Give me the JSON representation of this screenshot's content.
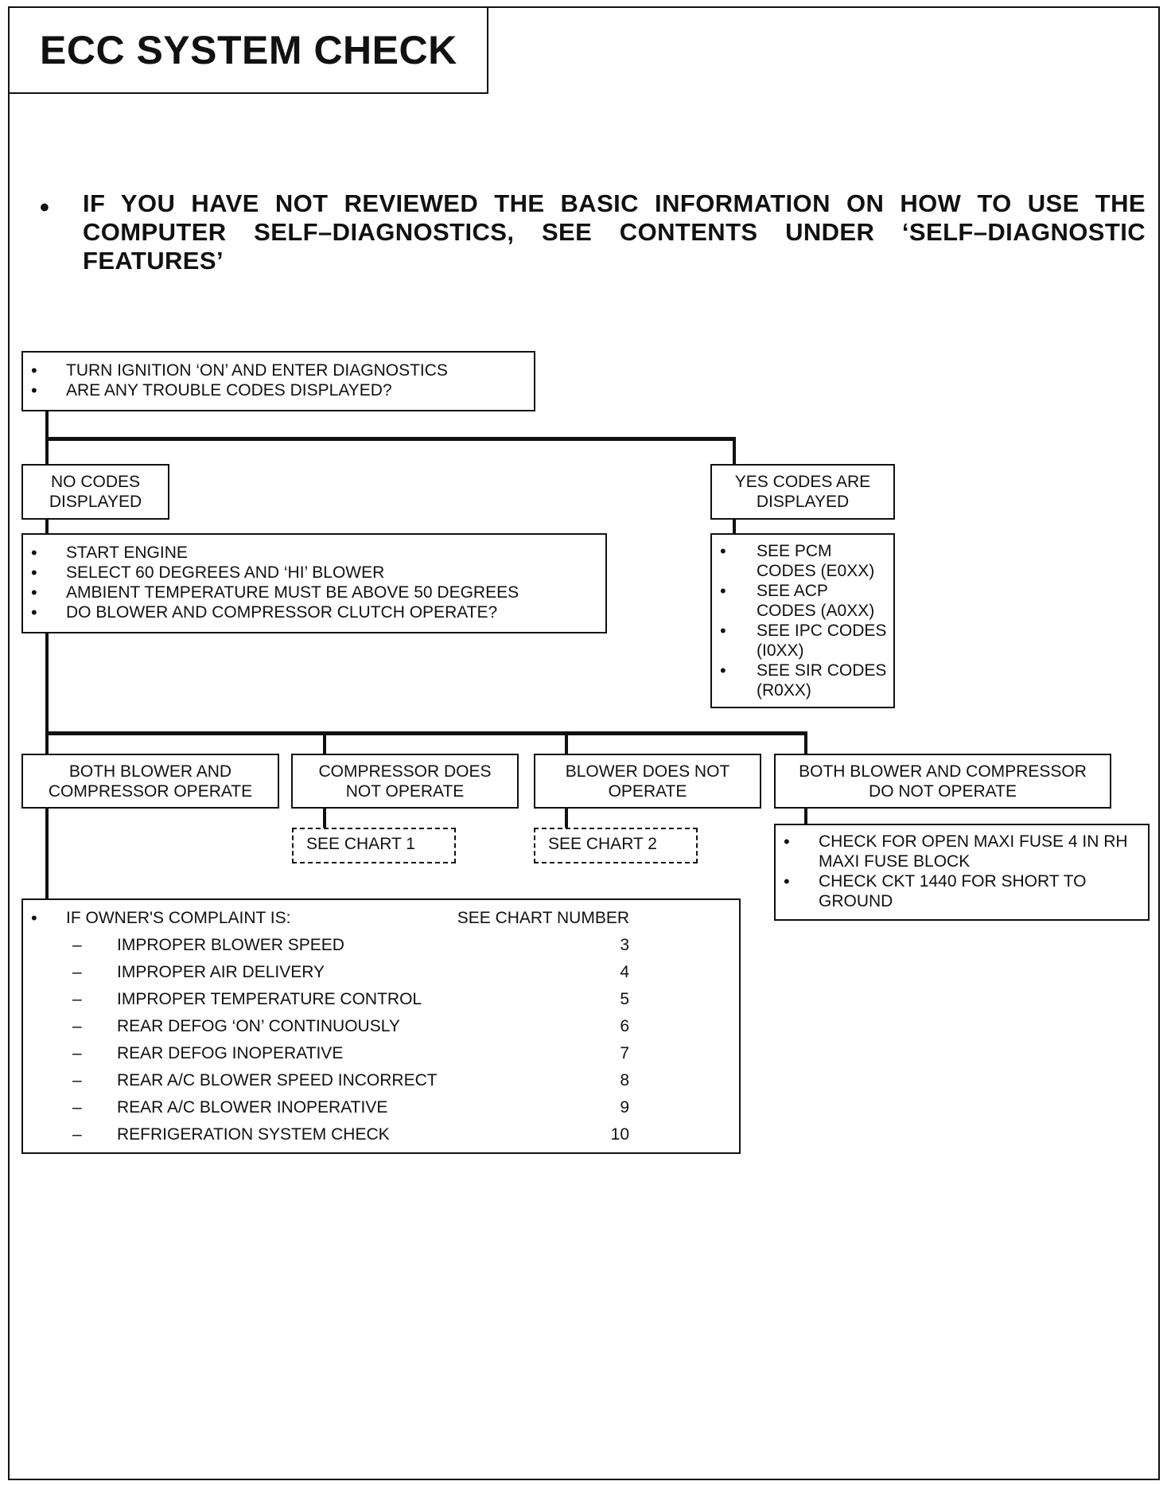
{
  "title": "ECC SYSTEM CHECK",
  "intro": "IF YOU HAVE NOT REVIEWED THE BASIC INFORMATION ON HOW TO USE THE COMPUTER SELF–DIAGNOSTICS, SEE CONTENTS UNDER ‘SELF–DIAGNOSTIC FEATURES’",
  "start_box": {
    "items": [
      "TURN IGNITION ‘ON’ AND ENTER DIAGNOSTICS",
      "ARE ANY TROUBLE CODES DISPLAYED?"
    ]
  },
  "no_codes": "NO CODES DISPLAYED",
  "yes_codes": "YES CODES ARE DISPLAYED",
  "engine_box": {
    "items": [
      "START ENGINE",
      "SELECT 60 DEGREES AND ‘HI’ BLOWER",
      "AMBIENT TEMPERATURE MUST BE ABOVE 50 DEGREES",
      "DO BLOWER AND COMPRESSOR CLUTCH OPERATE?"
    ]
  },
  "codes_box": {
    "items": [
      "SEE PCM CODES (E0XX)",
      "SEE ACP CODES (A0XX)",
      "SEE IPC CODES (I0XX)",
      "SEE SIR CODES (R0XX)"
    ]
  },
  "outcomes": {
    "both_operate": "BOTH BLOWER AND COMPRESSOR OPERATE",
    "compressor_not": "COMPRESSOR DOES NOT OPERATE",
    "blower_not": "BLOWER DOES NOT OPERATE",
    "both_not": "BOTH BLOWER AND COMPRESSOR DO NOT OPERATE"
  },
  "see_chart_1": "SEE CHART 1",
  "see_chart_2": "SEE CHART 2",
  "fuse_box": {
    "items": [
      "CHECK FOR OPEN MAXI FUSE 4 IN RH MAXI FUSE BLOCK",
      "CHECK CKT 1440 FOR SHORT TO GROUND"
    ]
  },
  "complaints": {
    "header_left": "IF OWNER'S COMPLAINT IS:",
    "header_right": "SEE CHART NUMBER",
    "dash": "–",
    "rows": [
      {
        "label": "IMPROPER BLOWER SPEED",
        "chart": "3"
      },
      {
        "label": "IMPROPER AIR DELIVERY",
        "chart": "4"
      },
      {
        "label": "IMPROPER TEMPERATURE CONTROL",
        "chart": "5"
      },
      {
        "label": "REAR DEFOG ‘ON’ CONTINUOUSLY",
        "chart": "6"
      },
      {
        "label": "REAR DEFOG INOPERATIVE",
        "chart": "7"
      },
      {
        "label": "REAR A/C BLOWER SPEED INCORRECT",
        "chart": "8"
      },
      {
        "label": "REAR A/C BLOWER INOPERATIVE",
        "chart": "9"
      },
      {
        "label": "REFRIGERATION SYSTEM CHECK",
        "chart": "10"
      }
    ]
  }
}
